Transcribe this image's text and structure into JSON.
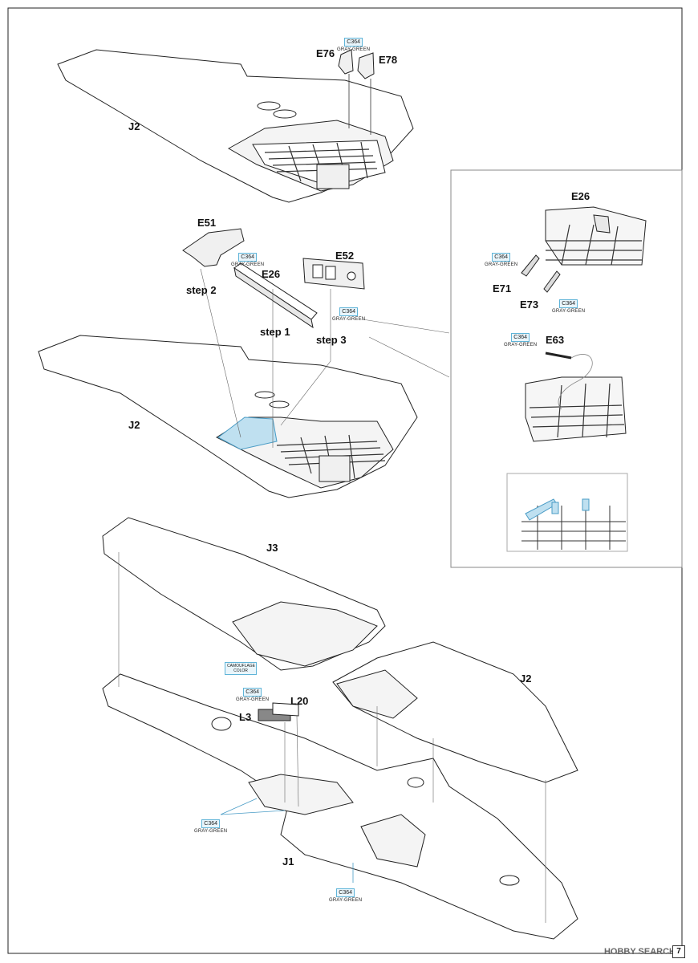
{
  "parts": {
    "j2_top": "J2",
    "j2_mid": "J2",
    "j3": "J3",
    "j2_right": "J2",
    "j1": "J1",
    "e76": "E76",
    "e78": "E78",
    "e51": "E51",
    "e26_mid": "E26",
    "e52": "E52",
    "e26_inset": "E26",
    "e71": "E71",
    "e73": "E73",
    "e63": "E63",
    "l3": "L3",
    "l20": "L20"
  },
  "steps": {
    "step1": "step 1",
    "step2": "step 2",
    "step3": "step 3"
  },
  "colors": {
    "code": "C364",
    "name": "GRAY-GREEN",
    "camouflage": "CAMOUFLAGE COLOR",
    "callout_hex": "#5fb4d8",
    "highlight_hex": "#bfe0f0"
  },
  "watermark": "HOBBY SEARCH",
  "page_number": "7"
}
